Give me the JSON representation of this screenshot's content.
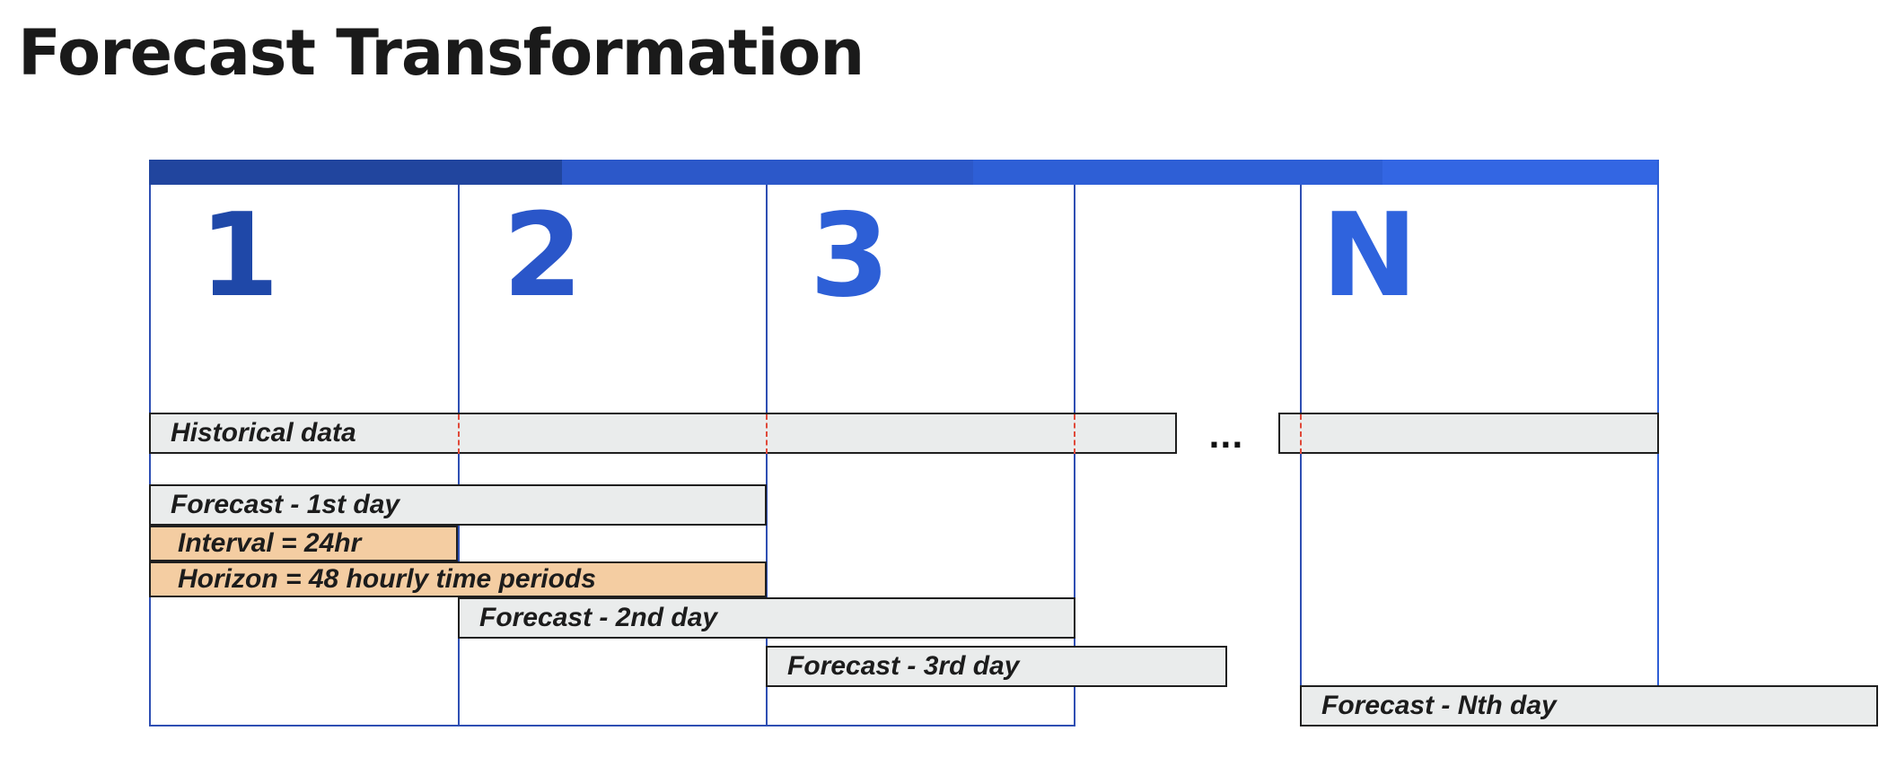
{
  "title": "Forecast Transformation",
  "columns": [
    {
      "label": "1",
      "color": "#1f48a8"
    },
    {
      "label": "2",
      "color": "#2a56c9"
    },
    {
      "label": "3",
      "color": "#2d5fd6"
    },
    {
      "label": "N",
      "color": "#2f63dd"
    }
  ],
  "header_colors": [
    "#21459e",
    "#2c58c9",
    "#2e5fd6",
    "#3366e3"
  ],
  "ellipsis": "...",
  "bars": {
    "historical": "Historical data",
    "forecast_1": "Forecast - 1st day",
    "interval": "Interval = 24hr",
    "horizon": "Horizon = 48 hourly time periods",
    "forecast_2": "Forecast - 2nd day",
    "forecast_3": "Forecast - 3rd day",
    "forecast_n": "Forecast - Nth day"
  }
}
